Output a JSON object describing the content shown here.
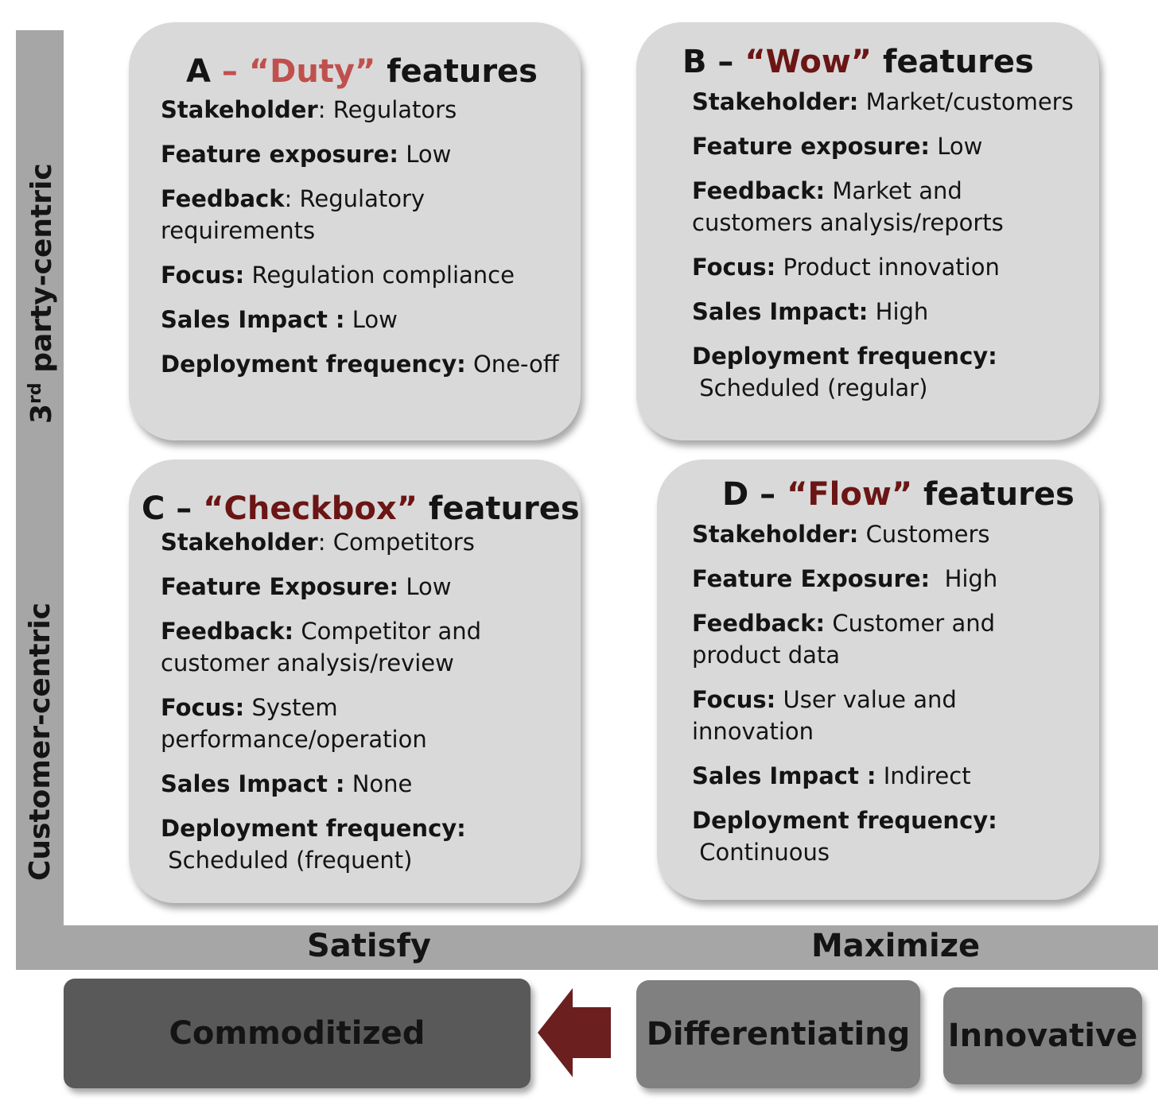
{
  "axes": {
    "vertical_top_label_prefix": "3",
    "vertical_top_label_sup": "rd",
    "vertical_top_label_rest": " party-centric",
    "vertical_bottom_label": "Customer-centric",
    "horizontal_left_label": "Satisfy",
    "horizontal_right_label": "Maximize"
  },
  "quadrants": [
    {
      "letter": "A",
      "dash": " – ",
      "name": "“Duty”",
      "suffix": " features",
      "fields": [
        {
          "label": "Stakeholder",
          "sep": ": ",
          "value": "Regulators"
        },
        {
          "label": "Feature exposure:",
          "sep": " ",
          "value": "Low"
        },
        {
          "label": "Feedback",
          "sep": ": ",
          "value": "Regulatory requirements"
        },
        {
          "label": "Focus:",
          "sep": " ",
          "value": "Regulation compliance"
        },
        {
          "label": "Sales Impact :",
          "sep": " ",
          "value": "Low"
        },
        {
          "label": "Deployment frequency:",
          "sep": " ",
          "value": "One-off"
        }
      ]
    },
    {
      "letter": "B",
      "dash": " – ",
      "name": "“Wow”",
      "suffix": " features",
      "fields": [
        {
          "label": "Stakeholder:",
          "sep": " ",
          "value": "Market/customers"
        },
        {
          "label": "Feature exposure:",
          "sep": " ",
          "value": "Low"
        },
        {
          "label": "Feedback:",
          "sep": " ",
          "value": "Market and customers analysis/reports"
        },
        {
          "label": "Focus:",
          "sep": " ",
          "value": "Product innovation"
        },
        {
          "label": "Sales Impact:",
          "sep": " ",
          "value": "High"
        },
        {
          "label": "Deployment frequency:",
          "sep": " ",
          "value": "Scheduled (regular)"
        }
      ]
    },
    {
      "letter": "C",
      "dash": " – ",
      "name": "“Checkbox”",
      "suffix": " features",
      "fields": [
        {
          "label": "Stakeholder",
          "sep": ": ",
          "value": "Competitors"
        },
        {
          "label": "Feature Exposure:",
          "sep": " ",
          "value": "Low"
        },
        {
          "label": "Feedback:",
          "sep": " ",
          "value": "Competitor and customer analysis/review"
        },
        {
          "label": "Focus:",
          "sep": " ",
          "value": "System performance/operation"
        },
        {
          "label": "Sales Impact :",
          "sep": " ",
          "value": "None"
        },
        {
          "label": "Deployment frequency:",
          "sep": " ",
          "value": "Scheduled (frequent)"
        }
      ]
    },
    {
      "letter": "D",
      "dash": " – ",
      "name": "“Flow”",
      "suffix": " features",
      "fields": [
        {
          "label": "Stakeholder:",
          "sep": " ",
          "value": "Customers"
        },
        {
          "label": "Feature Exposure:",
          "sep": "  ",
          "value": "High"
        },
        {
          "label": "Feedback:",
          "sep": " ",
          "value": "Customer and product data"
        },
        {
          "label": "Focus:",
          "sep": " ",
          "value": "User value and innovation"
        },
        {
          "label": "Sales Impact :",
          "sep": " ",
          "value": "Indirect"
        },
        {
          "label": "Deployment frequency:",
          "sep": " ",
          "value": "Continuous"
        }
      ]
    }
  ],
  "bottom": {
    "commoditized": "Commoditized",
    "differentiating": "Differentiating",
    "innovative": "Innovative"
  },
  "colors": {
    "axis_bar": "#a6a6a6",
    "card_bg": "#d9d9d9",
    "quote_dark_red": "#6b1515",
    "quote_light_red": "#c0504d",
    "arrow": "#6b1f1f",
    "commoditized_bg": "#595959",
    "other_box_bg": "#808080"
  }
}
